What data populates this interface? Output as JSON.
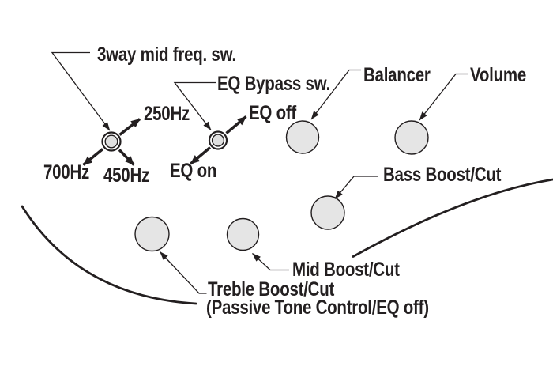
{
  "diagram": {
    "type": "bass-guitar-control-layout",
    "colors": {
      "ink": "#231f20",
      "knob_fill": "#e5e5e5",
      "background": "#ffffff"
    },
    "labels": {
      "mid_freq_switch": "3way mid freq. sw.",
      "eq_bypass_switch": "EQ Bypass sw.",
      "freq_250": "250Hz",
      "freq_700": "700Hz",
      "freq_450": "450Hz",
      "eq_off": "EQ off",
      "eq_on": "EQ on",
      "balancer": "Balancer",
      "volume": "Volume",
      "bass_boost_cut": "Bass Boost/Cut",
      "mid_boost_cut": "Mid Boost/Cut",
      "treble_boost_cut": "Treble Boost/Cut",
      "treble_note": "(Passive Tone Control/EQ off)"
    }
  }
}
